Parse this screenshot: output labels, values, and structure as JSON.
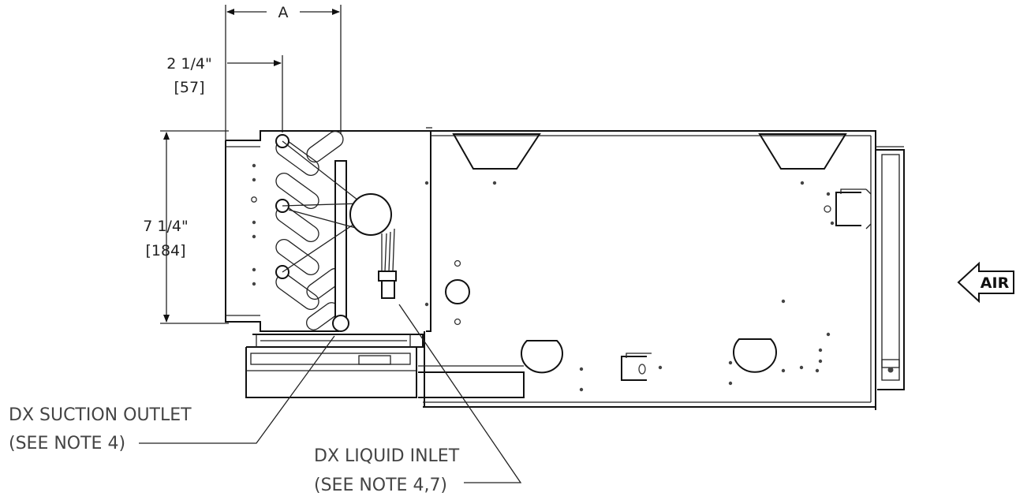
{
  "dimensions": {
    "a": {
      "label": "A"
    },
    "tube_offset": {
      "imperial": "2 1/4\"",
      "metric": "[57]"
    },
    "coil_height": {
      "imperial": "7 1/4\"",
      "metric": "[184]"
    }
  },
  "callouts": {
    "suction": {
      "line1": "DX SUCTION OUTLET",
      "line2": "(SEE NOTE 4)"
    },
    "liquid": {
      "line1": "DX LIQUID INLET",
      "line2": "(SEE NOTE 4,7)"
    }
  },
  "airflow": {
    "label": "AIR",
    "direction": "left"
  }
}
